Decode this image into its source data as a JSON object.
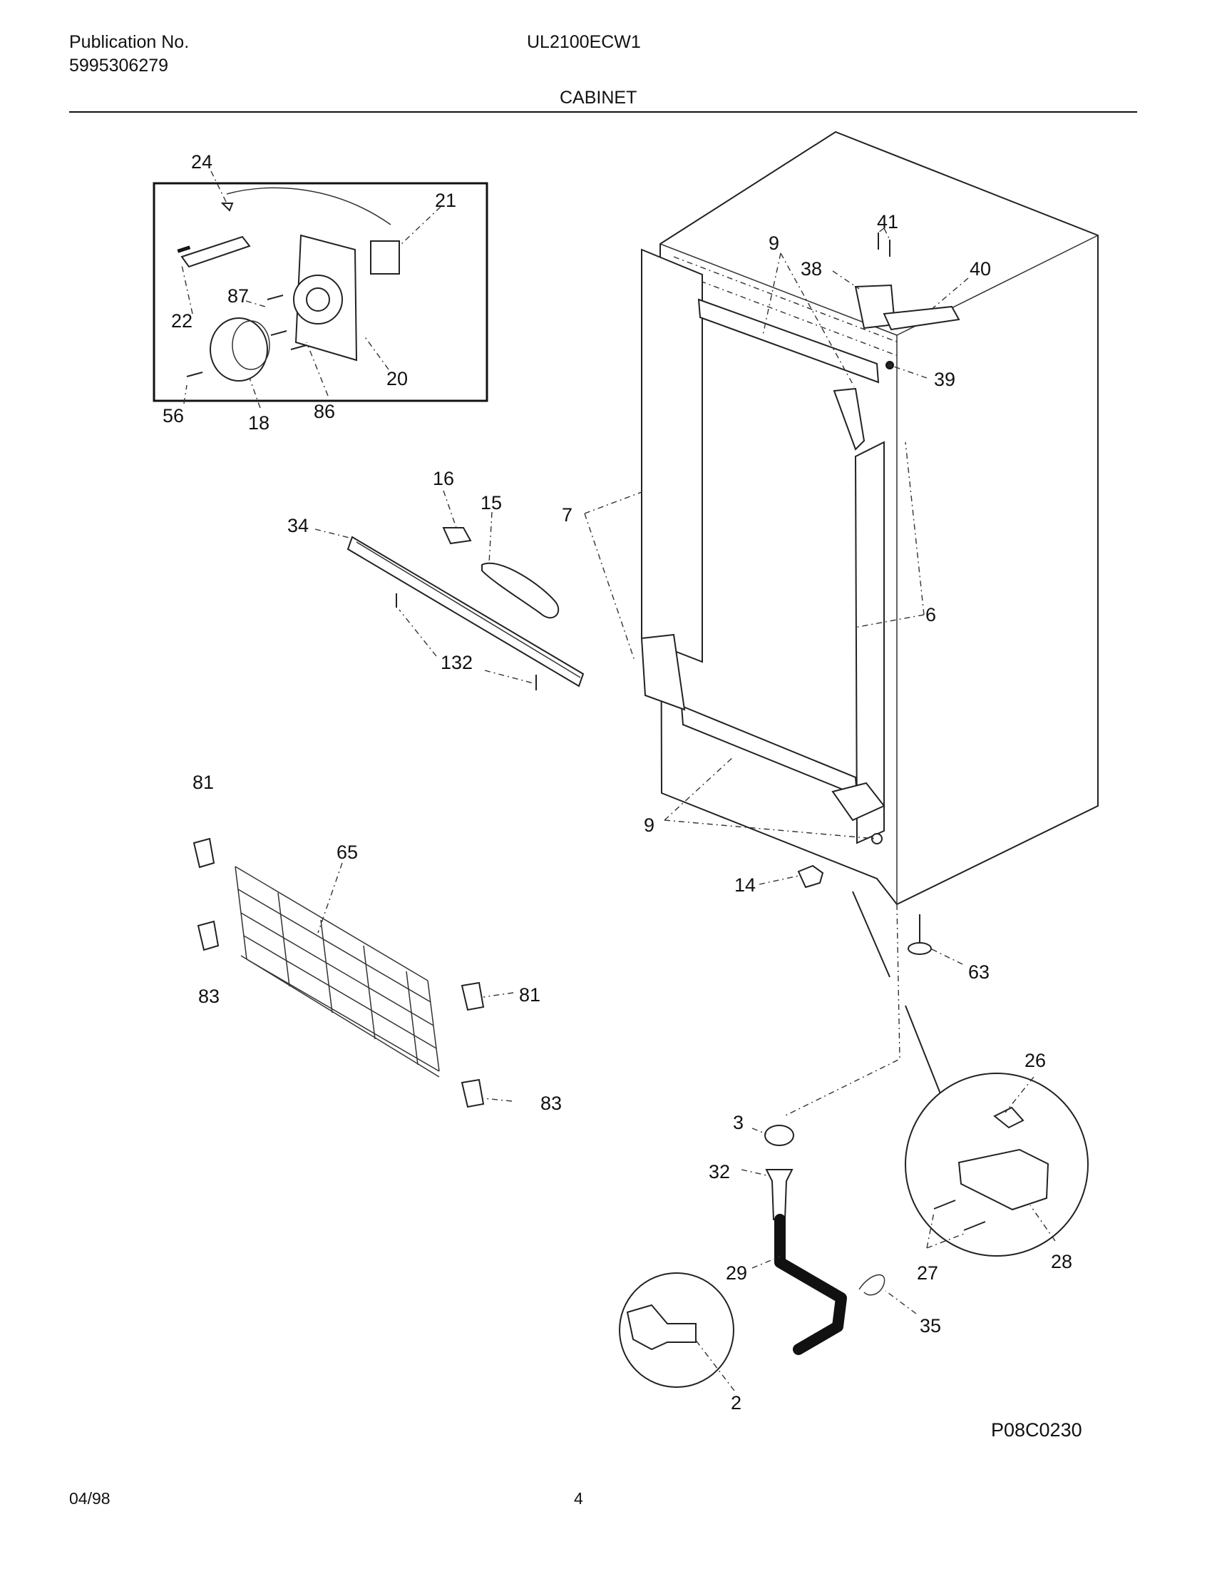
{
  "header": {
    "publication_label": "Publication No.",
    "publication_number": "5995306279",
    "model": "UL2100ECW1",
    "section": "CABINET"
  },
  "footer": {
    "drawing_id": "P08C0230",
    "date": "04/98",
    "page": "4"
  },
  "callouts": {
    "c24": "24",
    "c21": "21",
    "c87": "87",
    "c22": "22",
    "c20": "20",
    "c56": "56",
    "c18": "18",
    "c86": "86",
    "c16": "16",
    "c15": "15",
    "c34": "34",
    "c132": "132",
    "c9_top": "9",
    "c41": "41",
    "c38": "38",
    "c40": "40",
    "c39": "39",
    "c7": "7",
    "c6": "6",
    "c9_bottom": "9",
    "c14": "14",
    "c63": "63",
    "c81_top": "81",
    "c65": "65",
    "c83_left": "83",
    "c81_right": "81",
    "c83_right": "83",
    "c26": "26",
    "c3": "3",
    "c32": "32",
    "c29": "29",
    "c27": "27",
    "c28": "28",
    "c35": "35",
    "c2": "2"
  }
}
